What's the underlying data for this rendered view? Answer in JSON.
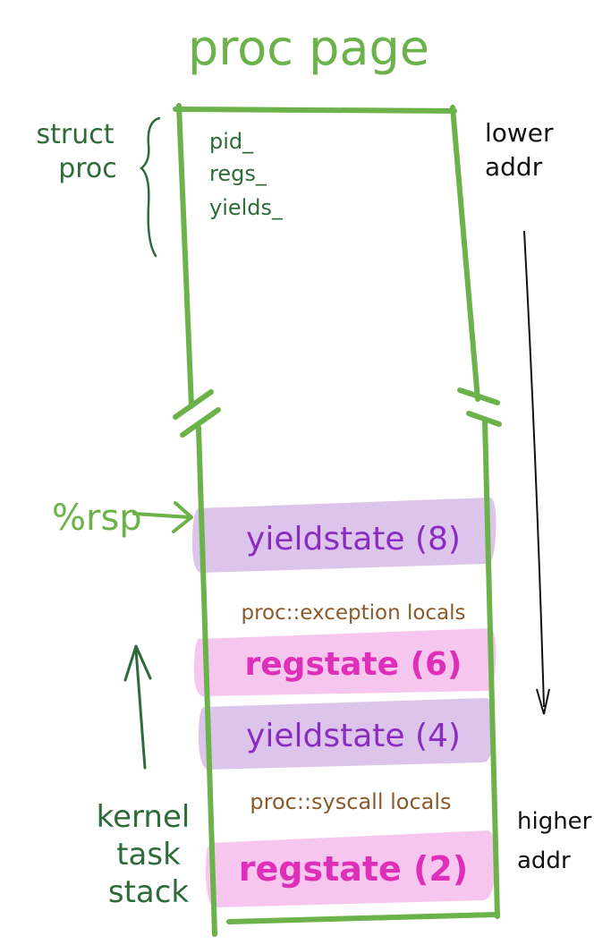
{
  "title": "proc page",
  "struct_label": [
    "struct",
    "proc"
  ],
  "struct_fields": [
    "pid_",
    "regs_",
    "yields_"
  ],
  "lower_addr": [
    "lower",
    "addr"
  ],
  "higher_addr": [
    "higher",
    "addr"
  ],
  "rsp_label": "%rsp",
  "stack_label": [
    "kernel",
    "task",
    "stack"
  ],
  "stack_entries": [
    {
      "label": "yieldstate (8)",
      "kind": "yield"
    },
    {
      "label": "proc::exception locals",
      "kind": "locals"
    },
    {
      "label": "regstate (6)",
      "kind": "reg"
    },
    {
      "label": "yieldstate (4)",
      "kind": "yield"
    },
    {
      "label": "proc::syscall locals",
      "kind": "locals"
    },
    {
      "label": "regstate (2)",
      "kind": "reg"
    }
  ],
  "colors": {
    "green": "#6cb24a",
    "dark_green": "#2e6b3a",
    "yield_fill": "#dcc4ea",
    "yield_text": "#8a2bc2",
    "reg_fill": "#f6c6ef",
    "reg_text": "#dd2fb8",
    "locals_text": "#8a5a2a",
    "ink": "#111111"
  }
}
